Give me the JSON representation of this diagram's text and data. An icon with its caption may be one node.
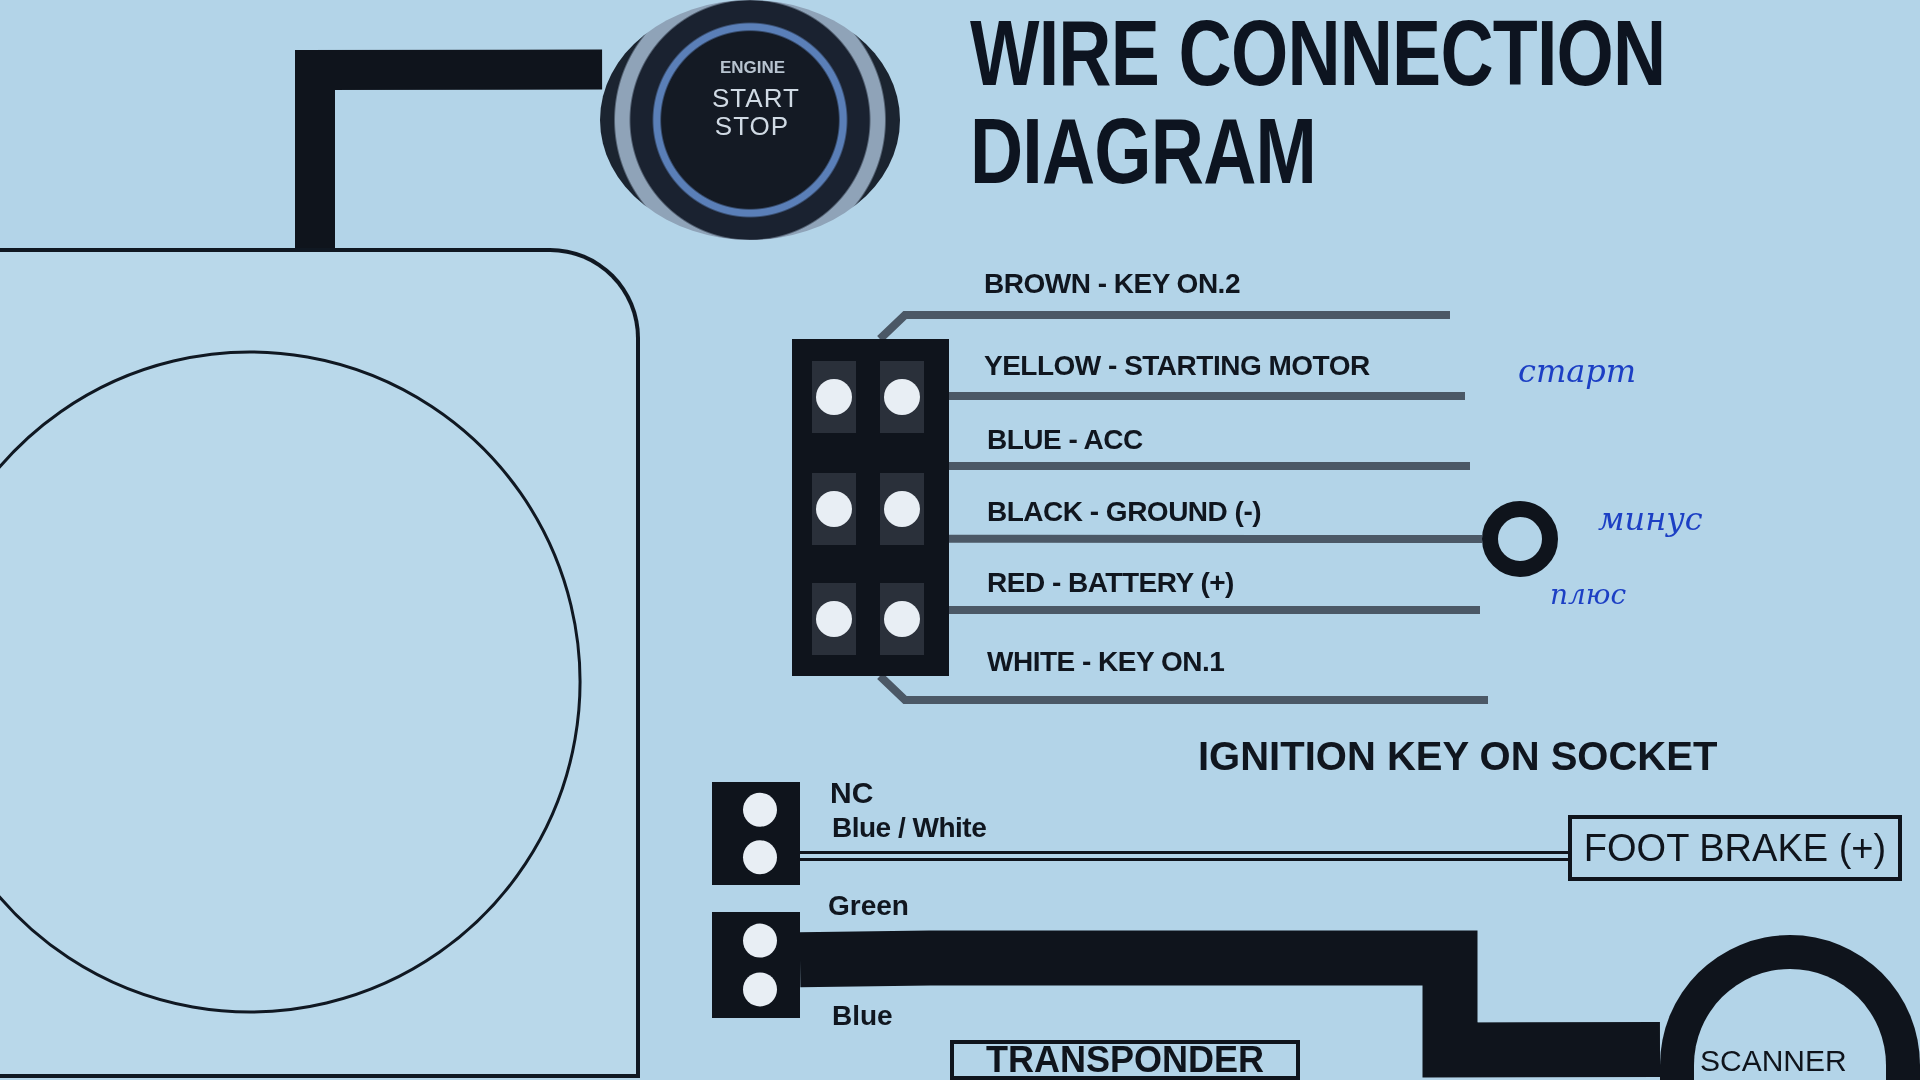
{
  "diagram": {
    "title": "WIRE CONNECTION DIAGRAM",
    "nodes": [
      {
        "text": [],
        "shape": "box"
      },
      {
        "text": [
          "ENGINE",
          "START STOP"
        ]
      },
      {
        "text": [],
        "shape": "box"
      },
      {
        "text": [],
        "shape": "circle"
      },
      {
        "text": [],
        "shape": "box"
      },
      {
        "text": [
          "FOOT BRAKE (+)"
        ]
      },
      {
        "text": [],
        "shape": "box"
      },
      {
        "text": [
          "TRANSPONDER"
        ]
      },
      {
        "text": [
          "SCANNER"
        ]
      }
    ],
    "edges": [
      {
        "from": 1,
        "to": 0,
        "arrow": "none",
        "style": "thick"
      },
      {
        "from": 2,
        "to": null,
        "arrow": "none",
        "label": "BROWN - KEY ON.2"
      },
      {
        "from": 2,
        "to": null,
        "arrow": "none",
        "label": "YELLOW - STARTING MOTOR"
      },
      {
        "from": 2,
        "to": null,
        "arrow": "none",
        "label": "BLUE - ACC"
      },
      {
        "from": 2,
        "to": 3,
        "arrow": "none",
        "label": "BLACK - GROUND (-)"
      },
      {
        "from": 2,
        "to": null,
        "arrow": "none",
        "label": "RED - BATTERY (+)"
      },
      {
        "from": 2,
        "to": null,
        "arrow": "none",
        "label": "WHITE - KEY ON.1"
      },
      {
        "from": 4,
        "to": 5,
        "arrow": "none",
        "label": "Blue / White"
      },
      {
        "from": 6,
        "to": 8,
        "arrow": "none",
        "style": "thick"
      }
    ],
    "labels": [
      "старт",
      "минус",
      "плюс",
      "IGNITION KEY ON SOCKET",
      "NC",
      "Green",
      "Blue"
    ]
  }
}
